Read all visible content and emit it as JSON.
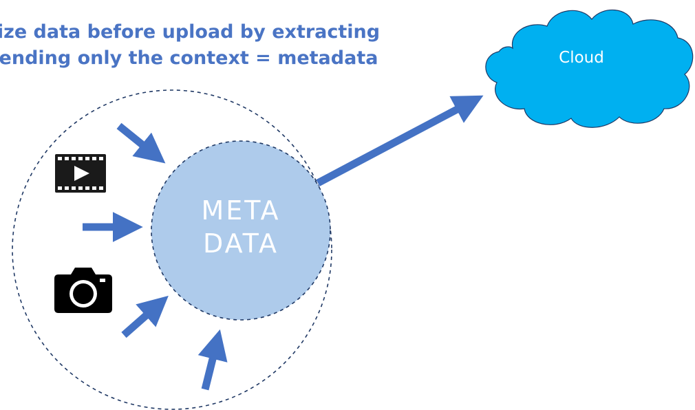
{
  "headline": {
    "line1": "ize data before upload by extracting",
    "line2": "ending only the context = metadata"
  },
  "center_circle": {
    "label_line1": "META",
    "label_line2": "DATA"
  },
  "cloud": {
    "label": "Cloud"
  },
  "colors": {
    "headline": "#4a74c4",
    "arrow": "#4472c4",
    "metadata_circle": "#aecbeb",
    "cloud": "#00b0f0",
    "icon": "#1a1a1a",
    "dashed_outline": "#1f3864"
  },
  "icons": {
    "video": "video-icon",
    "camera": "camera-icon"
  }
}
